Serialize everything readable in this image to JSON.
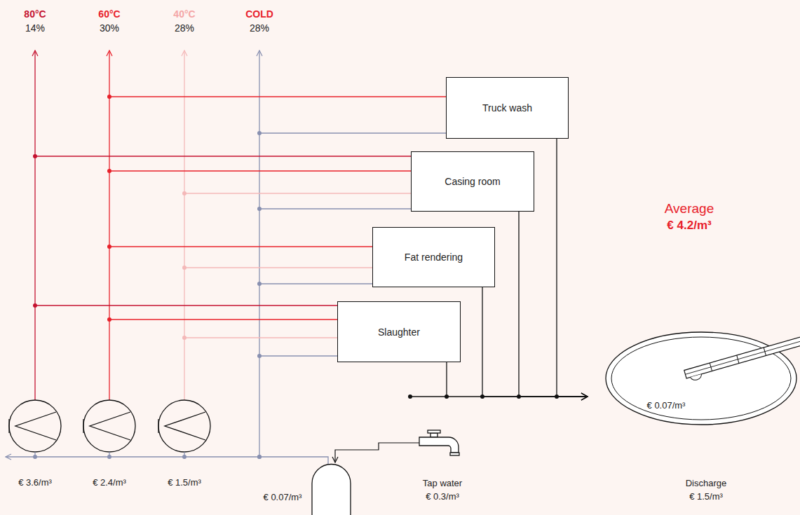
{
  "diagram": {
    "nodes": [
      {
        "text": [
          "Truck wash"
        ]
      },
      {
        "text": [
          "Casing room"
        ]
      },
      {
        "text": [
          "Fat rendering"
        ]
      },
      {
        "text": [
          "Slaughter"
        ]
      },
      {
        "text": [
          "€ 0.07/m³"
        ]
      }
    ],
    "edges": [
      {
        "from": 3,
        "to": 4,
        "arrow": "to"
      },
      {
        "from": 2,
        "to": 4,
        "arrow": "to"
      },
      {
        "from": 1,
        "to": 4,
        "arrow": "to"
      },
      {
        "from": 0,
        "to": 4,
        "arrow": "to"
      }
    ],
    "labels": [
      "80°C",
      "14%",
      "60°C",
      "30%",
      "40°C",
      "28%",
      "COLD",
      "28%",
      "Average",
      "€ 4.2/m³",
      "€ 3.6/m³",
      "€ 2.4/m³",
      "€ 1.5/m³",
      "€ 0.07/m³",
      "Tap water",
      "€ 0.3/m³",
      "Discharge",
      "€ 1.5/m³"
    ]
  }
}
